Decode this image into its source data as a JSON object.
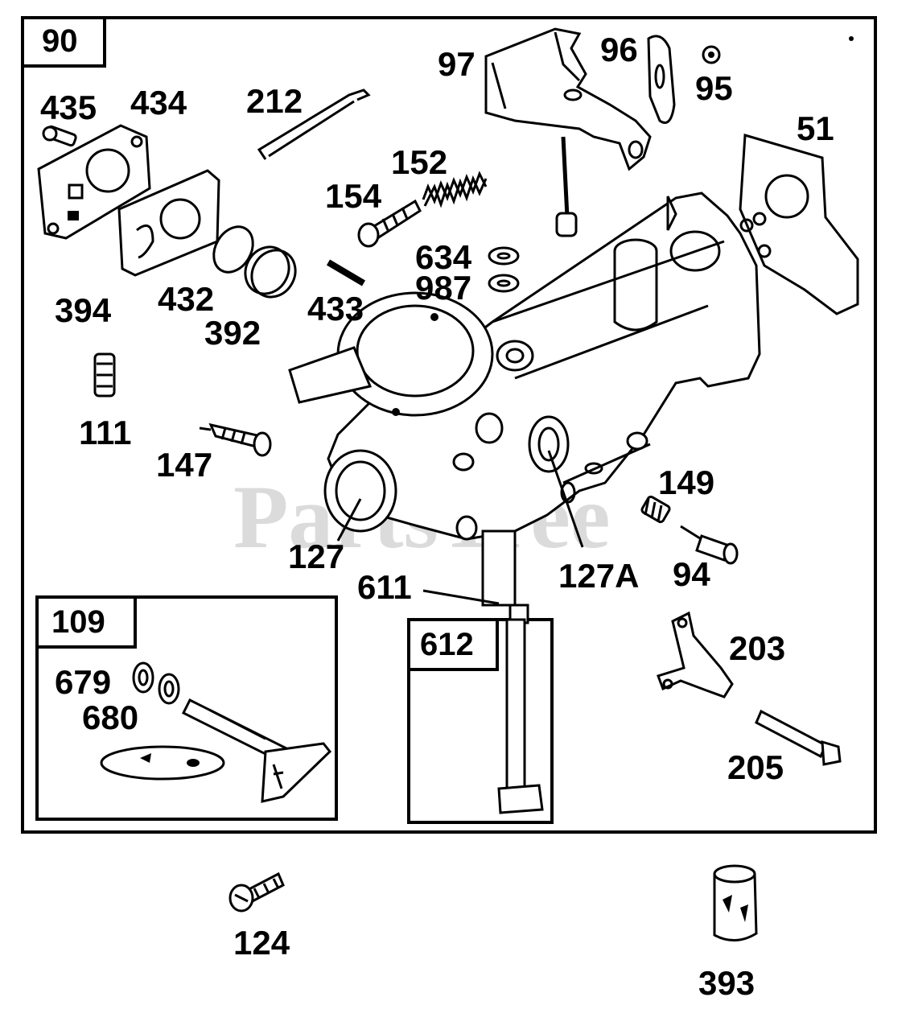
{
  "watermark": {
    "text": "PartsTree"
  },
  "boxes": {
    "main": {
      "label": "90"
    },
    "sub_109": {
      "label": "109"
    },
    "sub_612": {
      "label": "612"
    }
  },
  "parts": [
    {
      "id": "97",
      "label": "97"
    },
    {
      "id": "96",
      "label": "96"
    },
    {
      "id": "95",
      "label": "95"
    },
    {
      "id": "435",
      "label": "435"
    },
    {
      "id": "434",
      "label": "434"
    },
    {
      "id": "212",
      "label": "212"
    },
    {
      "id": "51",
      "label": "51"
    },
    {
      "id": "152",
      "label": "152"
    },
    {
      "id": "154",
      "label": "154"
    },
    {
      "id": "634",
      "label": "634"
    },
    {
      "id": "987",
      "label": "987"
    },
    {
      "id": "394",
      "label": "394"
    },
    {
      "id": "432",
      "label": "432"
    },
    {
      "id": "392",
      "label": "392"
    },
    {
      "id": "433",
      "label": "433"
    },
    {
      "id": "111",
      "label": "111"
    },
    {
      "id": "147",
      "label": "147"
    },
    {
      "id": "149",
      "label": "149"
    },
    {
      "id": "127",
      "label": "127"
    },
    {
      "id": "127A",
      "label": "127A"
    },
    {
      "id": "94",
      "label": "94"
    },
    {
      "id": "611",
      "label": "611"
    },
    {
      "id": "203",
      "label": "203"
    },
    {
      "id": "679",
      "label": "679"
    },
    {
      "id": "680",
      "label": "680"
    },
    {
      "id": "205",
      "label": "205"
    },
    {
      "id": "124",
      "label": "124"
    },
    {
      "id": "393",
      "label": "393"
    }
  ]
}
